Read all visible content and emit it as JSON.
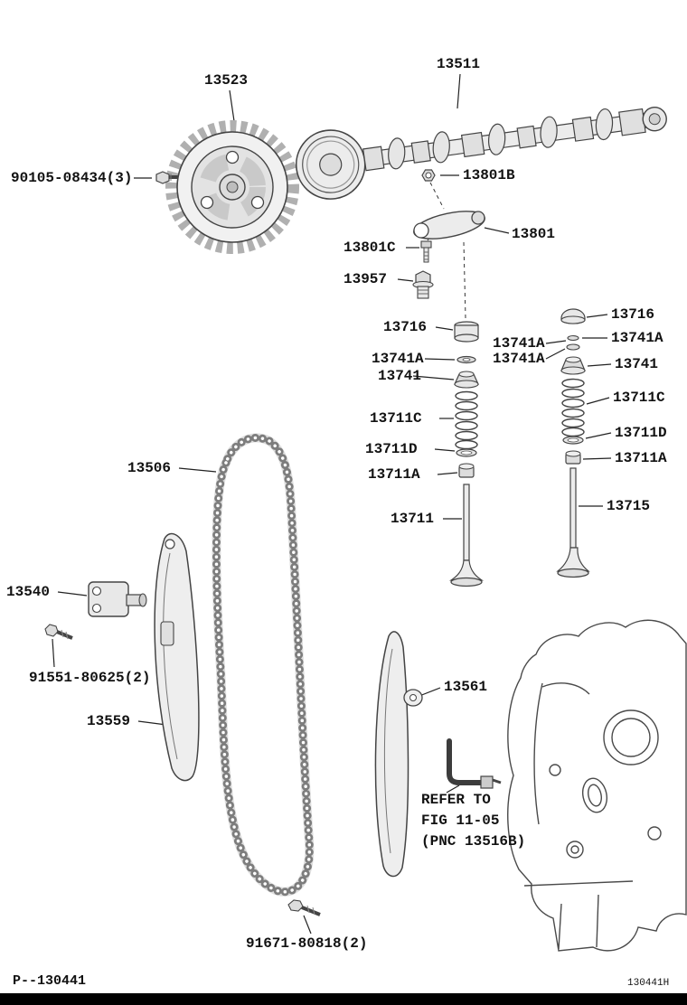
{
  "labels": {
    "gear": "13523",
    "camshaft": "13511",
    "bolt_90105": "90105-08434(3)",
    "nut_13801b": "13801B",
    "rocker_13801": "13801",
    "bolt_13801c": "13801C",
    "bolt_13957": "13957",
    "lifter_left": "13716",
    "lifter_right": "13716",
    "keeper_mid_upper": "13741A",
    "keeper_right": "13741A",
    "keeper_left": "13741A",
    "keeper_mid_lower": "13741A",
    "retainer_left": "13741",
    "retainer_right": "13741",
    "spring_left": "13711C",
    "spring_right": "13711C",
    "seat_left": "13711D",
    "seat_right": "13711D",
    "seal_left": "13711A",
    "seal_right": "13711A",
    "valve_intake": "13711",
    "valve_exhaust": "13715",
    "chain": "13506",
    "tensioner": "13540",
    "bolt_91551": "91551-80625(2)",
    "damper": "13559",
    "guide": "13561",
    "refer_line1": "REFER TO",
    "refer_line2": "FIG 11-05",
    "refer_line3": "(PNC 13516B)",
    "bolt_91671": "91671-80818(2)"
  },
  "footer": {
    "left": "P--130441",
    "right": "130441H"
  },
  "colors": {
    "line": "#3c3c3c",
    "fill_light": "#ececec",
    "footer_bar": "#000000"
  }
}
